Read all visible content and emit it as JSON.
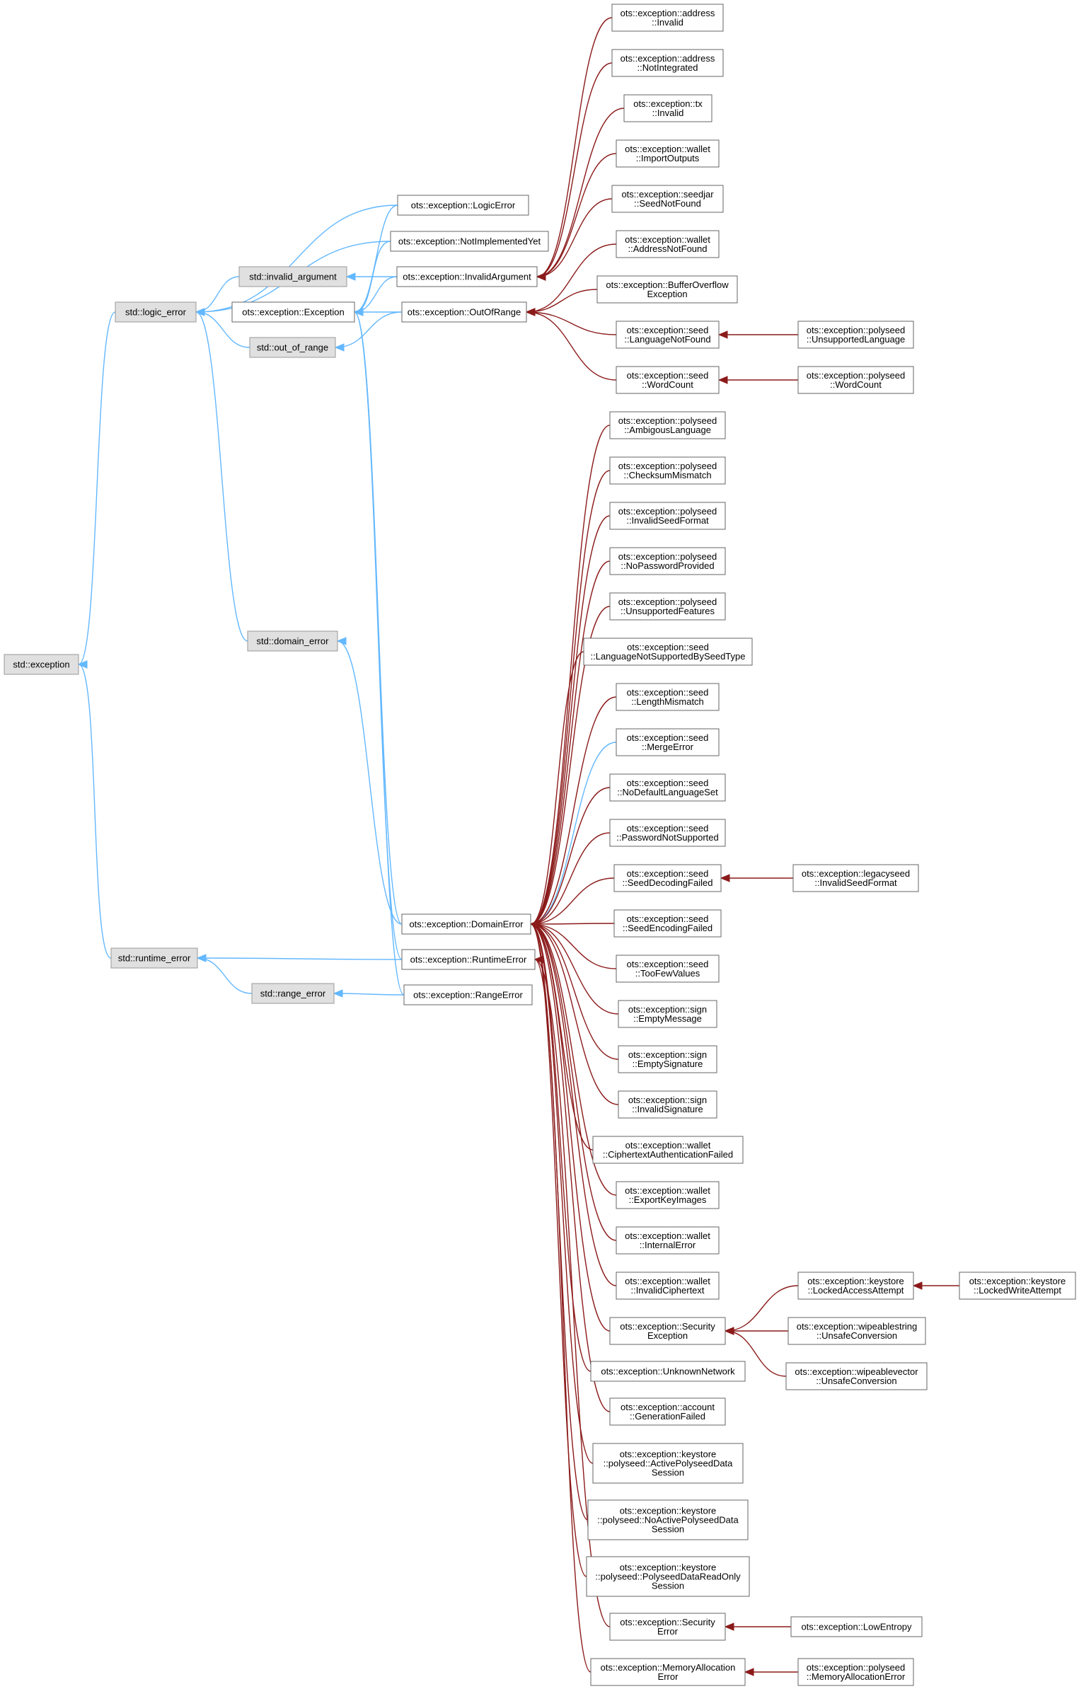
{
  "diagram": {
    "nodes": [
      {
        "id": "std_exception",
        "lines": [
          "std::exception"
        ],
        "kind": "std"
      },
      {
        "id": "std_logic_error",
        "lines": [
          "std::logic_error"
        ],
        "kind": "std"
      },
      {
        "id": "std_invalid_argument",
        "lines": [
          "std::invalid_argument"
        ],
        "kind": "std"
      },
      {
        "id": "std_out_of_range",
        "lines": [
          "std::out_of_range"
        ],
        "kind": "std"
      },
      {
        "id": "std_domain_error",
        "lines": [
          "std::domain_error"
        ],
        "kind": "std"
      },
      {
        "id": "std_runtime_error",
        "lines": [
          "std::runtime_error"
        ],
        "kind": "std"
      },
      {
        "id": "std_range_error",
        "lines": [
          "std::range_error"
        ],
        "kind": "std"
      },
      {
        "id": "ots_Exception",
        "lines": [
          "ots::exception::Exception"
        ],
        "kind": "ots"
      },
      {
        "id": "ots_LogicError",
        "lines": [
          "ots::exception::LogicError"
        ],
        "kind": "ots"
      },
      {
        "id": "ots_NotImplementedYet",
        "lines": [
          "ots::exception::NotImplementedYet"
        ],
        "kind": "ots"
      },
      {
        "id": "ots_InvalidArgument",
        "lines": [
          "ots::exception::InvalidArgument"
        ],
        "kind": "ots"
      },
      {
        "id": "ots_OutOfRange",
        "lines": [
          "ots::exception::OutOfRange"
        ],
        "kind": "ots"
      },
      {
        "id": "ots_DomainError",
        "lines": [
          "ots::exception::DomainError"
        ],
        "kind": "ots"
      },
      {
        "id": "ots_RuntimeError",
        "lines": [
          "ots::exception::RuntimeError"
        ],
        "kind": "ots"
      },
      {
        "id": "ots_RangeError",
        "lines": [
          "ots::exception::RangeError"
        ],
        "kind": "ots"
      },
      {
        "id": "addr_Invalid",
        "lines": [
          "ots::exception::address",
          "::Invalid"
        ],
        "kind": "ots"
      },
      {
        "id": "addr_NotIntegrated",
        "lines": [
          "ots::exception::address",
          "::NotIntegrated"
        ],
        "kind": "ots"
      },
      {
        "id": "tx_Invalid",
        "lines": [
          "ots::exception::tx",
          "::Invalid"
        ],
        "kind": "ots"
      },
      {
        "id": "wallet_ImportOutputs",
        "lines": [
          "ots::exception::wallet",
          "::ImportOutputs"
        ],
        "kind": "ots"
      },
      {
        "id": "seedjar_SeedNotFound",
        "lines": [
          "ots::exception::seedjar",
          "::SeedNotFound"
        ],
        "kind": "ots"
      },
      {
        "id": "wallet_AddressNotFound",
        "lines": [
          "ots::exception::wallet",
          "::AddressNotFound"
        ],
        "kind": "ots"
      },
      {
        "id": "BufferOverflowException",
        "lines": [
          "ots::exception::BufferOverflow",
          "Exception"
        ],
        "kind": "ots"
      },
      {
        "id": "seed_LanguageNotFound",
        "lines": [
          "ots::exception::seed",
          "::LanguageNotFound"
        ],
        "kind": "ots"
      },
      {
        "id": "seed_WordCount",
        "lines": [
          "ots::exception::seed",
          "::WordCount"
        ],
        "kind": "ots"
      },
      {
        "id": "polyseed_UnsupportedLanguage",
        "lines": [
          "ots::exception::polyseed",
          "::UnsupportedLanguage"
        ],
        "kind": "ots"
      },
      {
        "id": "polyseed_WordCount",
        "lines": [
          "ots::exception::polyseed",
          "::WordCount"
        ],
        "kind": "ots"
      },
      {
        "id": "polyseed_AmbigousLanguage",
        "lines": [
          "ots::exception::polyseed",
          "::AmbigousLanguage"
        ],
        "kind": "ots"
      },
      {
        "id": "polyseed_ChecksumMismatch",
        "lines": [
          "ots::exception::polyseed",
          "::ChecksumMismatch"
        ],
        "kind": "ots"
      },
      {
        "id": "polyseed_InvalidSeedFormat",
        "lines": [
          "ots::exception::polyseed",
          "::InvalidSeedFormat"
        ],
        "kind": "ots"
      },
      {
        "id": "polyseed_NoPasswordProvided",
        "lines": [
          "ots::exception::polyseed",
          "::NoPasswordProvided"
        ],
        "kind": "ots"
      },
      {
        "id": "polyseed_UnsupportedFeatures",
        "lines": [
          "ots::exception::polyseed",
          "::UnsupportedFeatures"
        ],
        "kind": "ots"
      },
      {
        "id": "seed_LanguageNotSupportedBySeedType",
        "lines": [
          "ots::exception::seed",
          "::LanguageNotSupportedBySeedType"
        ],
        "kind": "ots"
      },
      {
        "id": "seed_LengthMismatch",
        "lines": [
          "ots::exception::seed",
          "::LengthMismatch"
        ],
        "kind": "ots"
      },
      {
        "id": "seed_MergeError",
        "lines": [
          "ots::exception::seed",
          "::MergeError"
        ],
        "kind": "ots"
      },
      {
        "id": "seed_NoDefaultLanguageSet",
        "lines": [
          "ots::exception::seed",
          "::NoDefaultLanguageSet"
        ],
        "kind": "ots"
      },
      {
        "id": "seed_PasswordNotSupported",
        "lines": [
          "ots::exception::seed",
          "::PasswordNotSupported"
        ],
        "kind": "ots"
      },
      {
        "id": "seed_SeedDecodingFailed",
        "lines": [
          "ots::exception::seed",
          "::SeedDecodingFailed"
        ],
        "kind": "ots"
      },
      {
        "id": "legacyseed_InvalidSeedFormat",
        "lines": [
          "ots::exception::legacyseed",
          "::InvalidSeedFormat"
        ],
        "kind": "ots"
      },
      {
        "id": "seed_SeedEncodingFailed",
        "lines": [
          "ots::exception::seed",
          "::SeedEncodingFailed"
        ],
        "kind": "ots"
      },
      {
        "id": "seed_TooFewValues",
        "lines": [
          "ots::exception::seed",
          "::TooFewValues"
        ],
        "kind": "ots"
      },
      {
        "id": "sign_EmptyMessage",
        "lines": [
          "ots::exception::sign",
          "::EmptyMessage"
        ],
        "kind": "ots"
      },
      {
        "id": "sign_EmptySignature",
        "lines": [
          "ots::exception::sign",
          "::EmptySignature"
        ],
        "kind": "ots"
      },
      {
        "id": "sign_InvalidSignature",
        "lines": [
          "ots::exception::sign",
          "::InvalidSignature"
        ],
        "kind": "ots"
      },
      {
        "id": "wallet_CiphertextAuthenticationFailed",
        "lines": [
          "ots::exception::wallet",
          "::CiphertextAuthenticationFailed"
        ],
        "kind": "ots"
      },
      {
        "id": "wallet_ExportKeyImages",
        "lines": [
          "ots::exception::wallet",
          "::ExportKeyImages"
        ],
        "kind": "ots"
      },
      {
        "id": "wallet_InternalError",
        "lines": [
          "ots::exception::wallet",
          "::InternalError"
        ],
        "kind": "ots"
      },
      {
        "id": "wallet_InvalidCiphertext",
        "lines": [
          "ots::exception::wallet",
          "::InvalidCiphertext"
        ],
        "kind": "ots"
      },
      {
        "id": "SecurityException",
        "lines": [
          "ots::exception::Security",
          "Exception"
        ],
        "kind": "ots"
      },
      {
        "id": "keystore_LockedAccessAttempt",
        "lines": [
          "ots::exception::keystore",
          "::LockedAccessAttempt"
        ],
        "kind": "ots"
      },
      {
        "id": "keystore_LockedWriteAttempt",
        "lines": [
          "ots::exception::keystore",
          "::LockedWriteAttempt"
        ],
        "kind": "ots"
      },
      {
        "id": "wipeablestring_UnsafeConversion",
        "lines": [
          "ots::exception::wipeablestring",
          "::UnsafeConversion"
        ],
        "kind": "ots"
      },
      {
        "id": "wipeablevector_UnsafeConversion",
        "lines": [
          "ots::exception::wipeablevector",
          "::UnsafeConversion"
        ],
        "kind": "ots"
      },
      {
        "id": "UnknownNetwork",
        "lines": [
          "ots::exception::UnknownNetwork"
        ],
        "kind": "ots"
      },
      {
        "id": "account_GenerationFailed",
        "lines": [
          "ots::exception::account",
          "::GenerationFailed"
        ],
        "kind": "ots"
      },
      {
        "id": "keystore_ActivePolyseedDataSession",
        "lines": [
          "ots::exception::keystore",
          "::polyseed::ActivePolyseedData",
          "Session"
        ],
        "kind": "ots"
      },
      {
        "id": "keystore_NoActivePolyseedDataSession",
        "lines": [
          "ots::exception::keystore",
          "::polyseed::NoActivePolyseedData",
          "Session"
        ],
        "kind": "ots"
      },
      {
        "id": "keystore_PolyseedDataReadOnlySession",
        "lines": [
          "ots::exception::keystore",
          "::polyseed::PolyseedDataReadOnly",
          "Session"
        ],
        "kind": "ots"
      },
      {
        "id": "SecurityError",
        "lines": [
          "ots::exception::Security",
          "Error"
        ],
        "kind": "ots"
      },
      {
        "id": "LowEntropy",
        "lines": [
          "ots::exception::LowEntropy"
        ],
        "kind": "ots"
      },
      {
        "id": "MemoryAllocationError",
        "lines": [
          "ots::exception::MemoryAllocation",
          "Error"
        ],
        "kind": "ots"
      },
      {
        "id": "polyseed_MemoryAllocationError",
        "lines": [
          "ots::exception::polyseed",
          "::MemoryAllocationError"
        ],
        "kind": "ots"
      }
    ],
    "edges": [
      {
        "from": "std_logic_error",
        "to": "std_exception",
        "kind": "inherit"
      },
      {
        "from": "std_runtime_error",
        "to": "std_exception",
        "kind": "inherit"
      },
      {
        "from": "std_invalid_argument",
        "to": "std_logic_error",
        "kind": "inherit"
      },
      {
        "from": "std_out_of_range",
        "to": "std_logic_error",
        "kind": "inherit"
      },
      {
        "from": "std_domain_error",
        "to": "std_logic_error",
        "kind": "inherit"
      },
      {
        "from": "ots_LogicError",
        "to": "std_logic_error",
        "kind": "inherit"
      },
      {
        "from": "ots_NotImplementedYet",
        "to": "std_logic_error",
        "kind": "inherit"
      },
      {
        "from": "std_range_error",
        "to": "std_runtime_error",
        "kind": "inherit"
      },
      {
        "from": "ots_RuntimeError",
        "to": "std_runtime_error",
        "kind": "inherit"
      },
      {
        "from": "ots_InvalidArgument",
        "to": "std_invalid_argument",
        "kind": "inherit"
      },
      {
        "from": "ots_OutOfRange",
        "to": "std_out_of_range",
        "kind": "inherit"
      },
      {
        "from": "ots_DomainError",
        "to": "std_domain_error",
        "kind": "inherit"
      },
      {
        "from": "ots_RangeError",
        "to": "std_range_error",
        "kind": "inherit"
      },
      {
        "from": "ots_LogicError",
        "to": "ots_Exception",
        "kind": "inherit"
      },
      {
        "from": "ots_NotImplementedYet",
        "to": "ots_Exception",
        "kind": "inherit"
      },
      {
        "from": "ots_InvalidArgument",
        "to": "ots_Exception",
        "kind": "inherit"
      },
      {
        "from": "ots_OutOfRange",
        "to": "ots_Exception",
        "kind": "inherit"
      },
      {
        "from": "ots_DomainError",
        "to": "ots_Exception",
        "kind": "inherit"
      },
      {
        "from": "ots_RuntimeError",
        "to": "ots_Exception",
        "kind": "inherit"
      },
      {
        "from": "ots_RangeError",
        "to": "ots_Exception",
        "kind": "inherit"
      },
      {
        "from": "seed_MergeError",
        "to": "ots_DomainError",
        "kind": "inherit"
      },
      {
        "from": "addr_Invalid",
        "to": "ots_InvalidArgument",
        "kind": "use"
      },
      {
        "from": "addr_NotIntegrated",
        "to": "ots_InvalidArgument",
        "kind": "use"
      },
      {
        "from": "tx_Invalid",
        "to": "ots_InvalidArgument",
        "kind": "use"
      },
      {
        "from": "wallet_ImportOutputs",
        "to": "ots_InvalidArgument",
        "kind": "use"
      },
      {
        "from": "seedjar_SeedNotFound",
        "to": "ots_InvalidArgument",
        "kind": "use"
      },
      {
        "from": "wallet_AddressNotFound",
        "to": "ots_OutOfRange",
        "kind": "use"
      },
      {
        "from": "BufferOverflowException",
        "to": "ots_OutOfRange",
        "kind": "use"
      },
      {
        "from": "seed_LanguageNotFound",
        "to": "ots_OutOfRange",
        "kind": "use"
      },
      {
        "from": "seed_WordCount",
        "to": "ots_OutOfRange",
        "kind": "use"
      },
      {
        "from": "polyseed_UnsupportedLanguage",
        "to": "seed_LanguageNotFound",
        "kind": "use"
      },
      {
        "from": "polyseed_WordCount",
        "to": "seed_WordCount",
        "kind": "use"
      },
      {
        "from": "polyseed_AmbigousLanguage",
        "to": "ots_DomainError",
        "kind": "use"
      },
      {
        "from": "polyseed_ChecksumMismatch",
        "to": "ots_DomainError",
        "kind": "use"
      },
      {
        "from": "polyseed_InvalidSeedFormat",
        "to": "ots_DomainError",
        "kind": "use"
      },
      {
        "from": "polyseed_NoPasswordProvided",
        "to": "ots_DomainError",
        "kind": "use"
      },
      {
        "from": "polyseed_UnsupportedFeatures",
        "to": "ots_DomainError",
        "kind": "use"
      },
      {
        "from": "seed_LanguageNotSupportedBySeedType",
        "to": "ots_DomainError",
        "kind": "use"
      },
      {
        "from": "seed_LengthMismatch",
        "to": "ots_DomainError",
        "kind": "use"
      },
      {
        "from": "seed_NoDefaultLanguageSet",
        "to": "ots_DomainError",
        "kind": "use"
      },
      {
        "from": "seed_PasswordNotSupported",
        "to": "ots_DomainError",
        "kind": "use"
      },
      {
        "from": "seed_SeedDecodingFailed",
        "to": "ots_DomainError",
        "kind": "use"
      },
      {
        "from": "legacyseed_InvalidSeedFormat",
        "to": "seed_SeedDecodingFailed",
        "kind": "use"
      },
      {
        "from": "seed_SeedEncodingFailed",
        "to": "ots_DomainError",
        "kind": "use"
      },
      {
        "from": "seed_TooFewValues",
        "to": "ots_DomainError",
        "kind": "use"
      },
      {
        "from": "sign_EmptyMessage",
        "to": "ots_DomainError",
        "kind": "use"
      },
      {
        "from": "sign_EmptySignature",
        "to": "ots_DomainError",
        "kind": "use"
      },
      {
        "from": "sign_InvalidSignature",
        "to": "ots_DomainError",
        "kind": "use"
      },
      {
        "from": "wallet_CiphertextAuthenticationFailed",
        "to": "ots_DomainError",
        "kind": "use"
      },
      {
        "from": "wallet_ExportKeyImages",
        "to": "ots_DomainError",
        "kind": "use"
      },
      {
        "from": "wallet_InternalError",
        "to": "ots_DomainError",
        "kind": "use"
      },
      {
        "from": "wallet_InvalidCiphertext",
        "to": "ots_DomainError",
        "kind": "use"
      },
      {
        "from": "SecurityException",
        "to": "ots_DomainError",
        "kind": "use"
      },
      {
        "from": "keystore_LockedAccessAttempt",
        "to": "SecurityException",
        "kind": "use"
      },
      {
        "from": "wipeablestring_UnsafeConversion",
        "to": "SecurityException",
        "kind": "use"
      },
      {
        "from": "wipeablevector_UnsafeConversion",
        "to": "SecurityException",
        "kind": "use"
      },
      {
        "from": "keystore_LockedWriteAttempt",
        "to": "keystore_LockedAccessAttempt",
        "kind": "use"
      },
      {
        "from": "UnknownNetwork",
        "to": "ots_DomainError",
        "kind": "use"
      },
      {
        "from": "account_GenerationFailed",
        "to": "ots_DomainError",
        "kind": "use"
      },
      {
        "from": "keystore_ActivePolyseedDataSession",
        "to": "ots_DomainError",
        "kind": "use"
      },
      {
        "from": "keystore_NoActivePolyseedDataSession",
        "to": "ots_DomainError",
        "kind": "use"
      },
      {
        "from": "keystore_PolyseedDataReadOnlySession",
        "to": "ots_DomainError",
        "kind": "use"
      },
      {
        "from": "SecurityError",
        "to": "ots_RuntimeError",
        "kind": "use"
      },
      {
        "from": "LowEntropy",
        "to": "SecurityError",
        "kind": "use"
      },
      {
        "from": "MemoryAllocationError",
        "to": "ots_RuntimeError",
        "kind": "use"
      },
      {
        "from": "polyseed_MemoryAllocationError",
        "to": "MemoryAllocationError",
        "kind": "use"
      }
    ]
  }
}
